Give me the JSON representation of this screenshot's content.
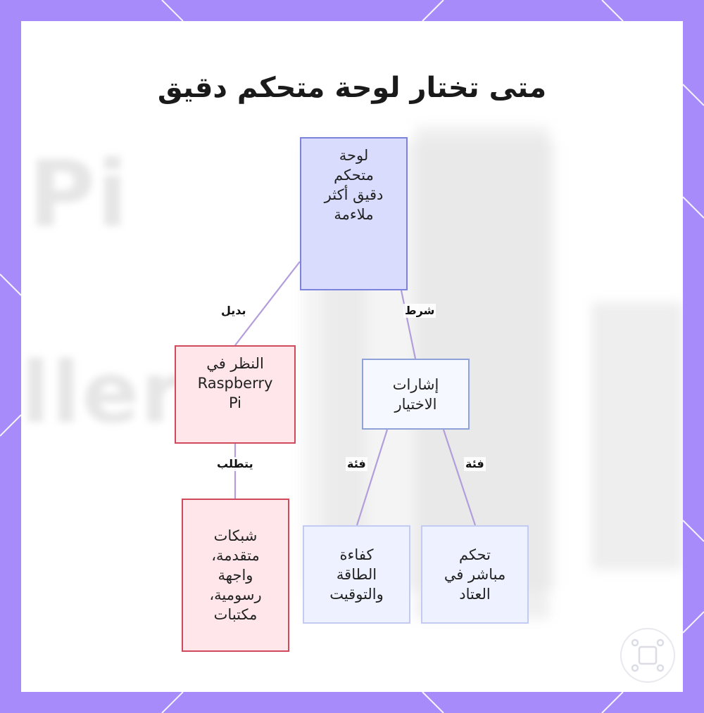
{
  "title": "متى تختار لوحة متحكم دقيق",
  "background_text": {
    "word1": "Pi",
    "word2": "llers"
  },
  "nodes": {
    "root": [
      "لوحة",
      "متحكم",
      "دقيق أكثر",
      "ملاءمة"
    ],
    "raspberry": [
      "النظر في",
      "Raspberry",
      "Pi"
    ],
    "signals": [
      "إشارات",
      "الاختيار"
    ],
    "networks": [
      "شبكات",
      "متقدمة،",
      "واجهة",
      "رسومية،",
      "مكتبات"
    ],
    "efficiency": [
      "كفاءة",
      "الطاقة",
      "والتوقيت"
    ],
    "control": [
      "تحكم",
      "مباشر في",
      "العتاد"
    ]
  },
  "edge_labels": {
    "alternative": "بديل",
    "condition": "شرط",
    "requires": "يتطلب",
    "category_left": "فئة",
    "category_right": "فئة"
  },
  "colors": {
    "frame": "#a78bfa",
    "edge": "#b39ddb",
    "root_fill": "#d9dcfd",
    "root_border": "#7c83dc",
    "red_fill": "#ffe6ea",
    "red_border": "#cf4a5b",
    "blue_fill": "#eef1ff"
  }
}
